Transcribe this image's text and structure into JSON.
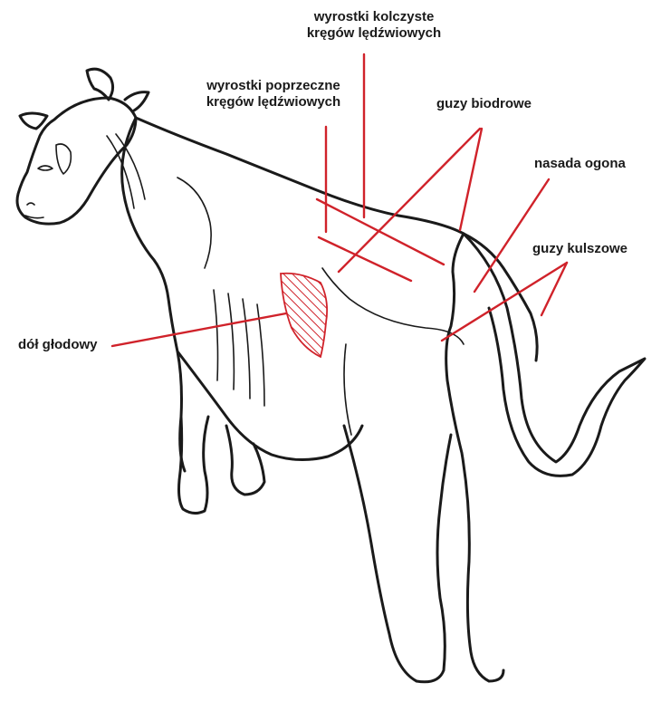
{
  "colors": {
    "accent": "#d0222a",
    "ink": "#1a1a1a",
    "background": "#ffffff"
  },
  "labels": {
    "spinous_line1": "wyrostki kolczyste",
    "spinous_line2": "kręgów lędźwiowych",
    "transverse_line1": "wyrostki poprzeczne",
    "transverse_line2": "kręgów lędźwiowych",
    "hip_tuber": "guzy biodrowe",
    "tail_base": "nasada ogona",
    "ischial_tuber": "guzy kulszowe",
    "hunger_fossa": "dół głodowy"
  }
}
